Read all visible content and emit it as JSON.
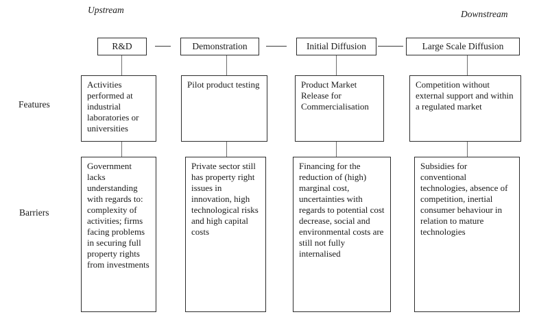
{
  "diagram": {
    "axis_labels": {
      "upstream": "Upstream",
      "downstream": "Downstream"
    },
    "row_labels": {
      "features": "Features",
      "barriers": "Barriers"
    },
    "stages": [
      {
        "name": "R&D",
        "feature": "Activities performed at industrial laboratories or universities",
        "barrier": "Government lacks understanding with regards to: complexity of activities; firms facing problems in securing full property rights from investments"
      },
      {
        "name": "Demonstration",
        "feature": "Pilot product testing",
        "barrier": "Private sector still has property right issues in innovation, high technological risks and high capital costs"
      },
      {
        "name": "Initial Diffusion",
        "feature": "Product Market Release for Commercialisation",
        "barrier": "Financing for the reduction of (high) marginal cost, uncertainties with regards to potential cost decrease, social and environmental costs are still not fully internalised"
      },
      {
        "name": "Large Scale Diffusion",
        "feature": "Competition without external support and within a regulated market",
        "barrier": "Subsidies for conventional technologies, absence of competition, inertial consumer behaviour in relation to mature technologies"
      }
    ]
  },
  "colors": {
    "background": "#ffffff",
    "border": "#2b2b2b",
    "connector_line": "#6e6e6e",
    "text": "#1a1a1a"
  }
}
